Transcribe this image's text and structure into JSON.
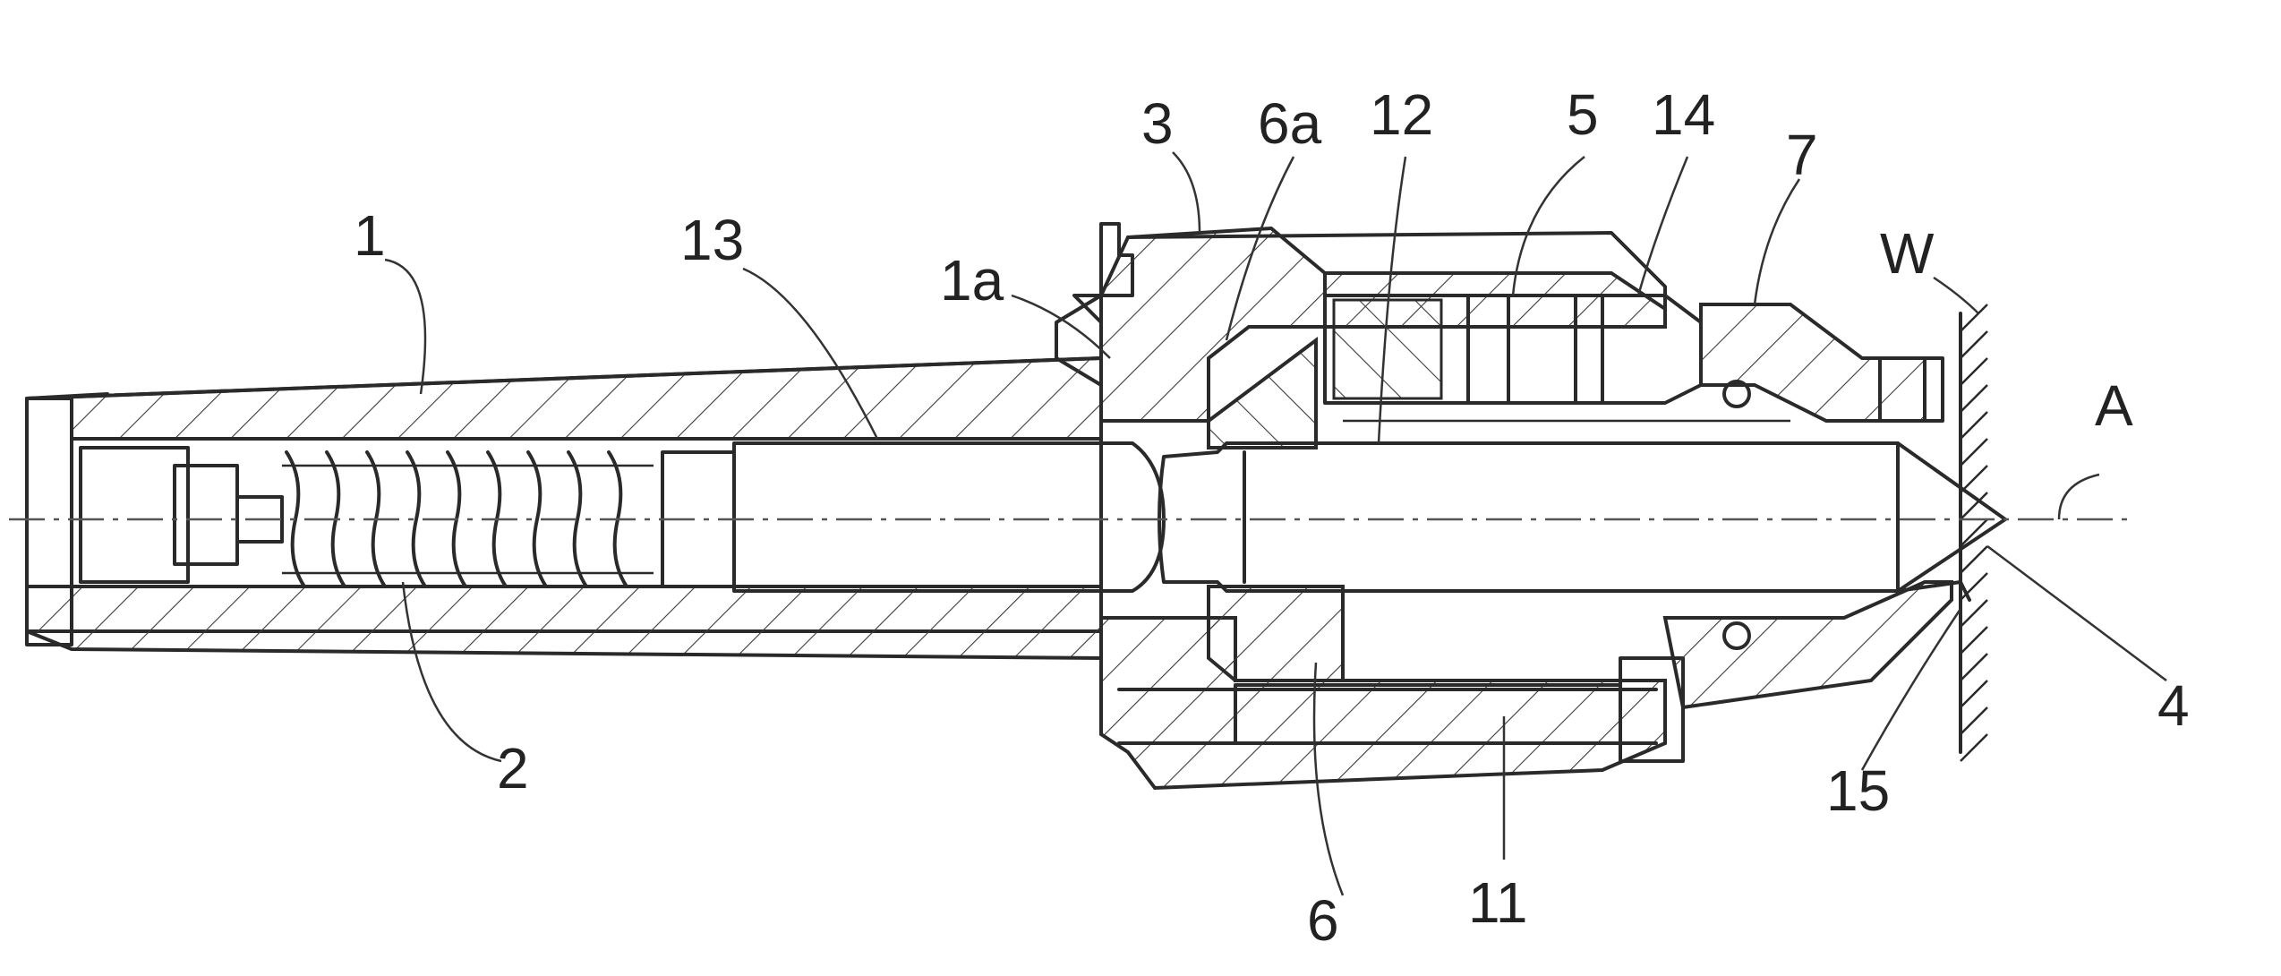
{
  "labels": {
    "l1": "1",
    "l1a": "1a",
    "l2": "2",
    "l3": "3",
    "l4": "4",
    "l5": "5",
    "l6": "6",
    "l6a": "6a",
    "l7": "7",
    "l11": "11",
    "l12": "12",
    "l13": "13",
    "l14": "14",
    "l15": "15",
    "lA": "A",
    "lW": "W"
  }
}
